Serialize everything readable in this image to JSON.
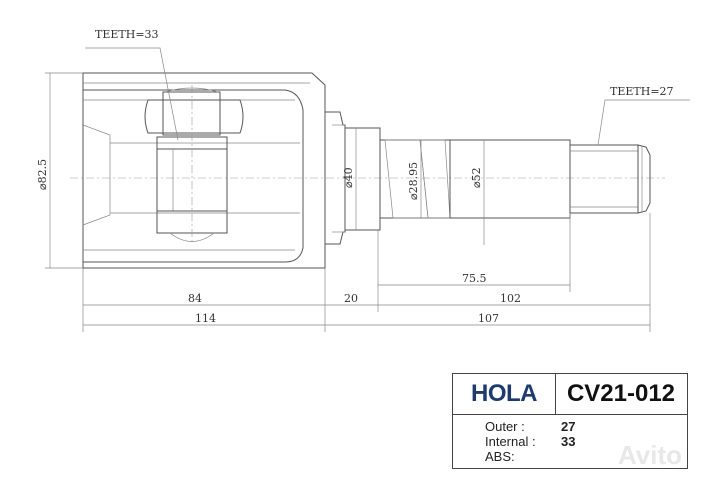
{
  "drawing": {
    "teeth_inner": "TEETH=33",
    "teeth_outer": "TEETH=27",
    "dia_housing": "⌀82.5",
    "dia_flange": "⌀40",
    "dia_spline": "⌀28.95",
    "dia_shaft": "⌀52",
    "dim_75_5": "75.5",
    "dim_84": "84",
    "dim_20": "20",
    "dim_102": "102",
    "dim_114": "114",
    "dim_107": "107"
  },
  "table": {
    "brand": "HOLA",
    "part_number": "CV21-012",
    "rows": [
      {
        "label": "Outer :",
        "value": "27"
      },
      {
        "label": "Internal :",
        "value": "33"
      },
      {
        "label": "ABS:",
        "value": ""
      }
    ]
  },
  "watermark": "Avito",
  "colors": {
    "brand": "#1e3a6e",
    "line": "#555555"
  }
}
